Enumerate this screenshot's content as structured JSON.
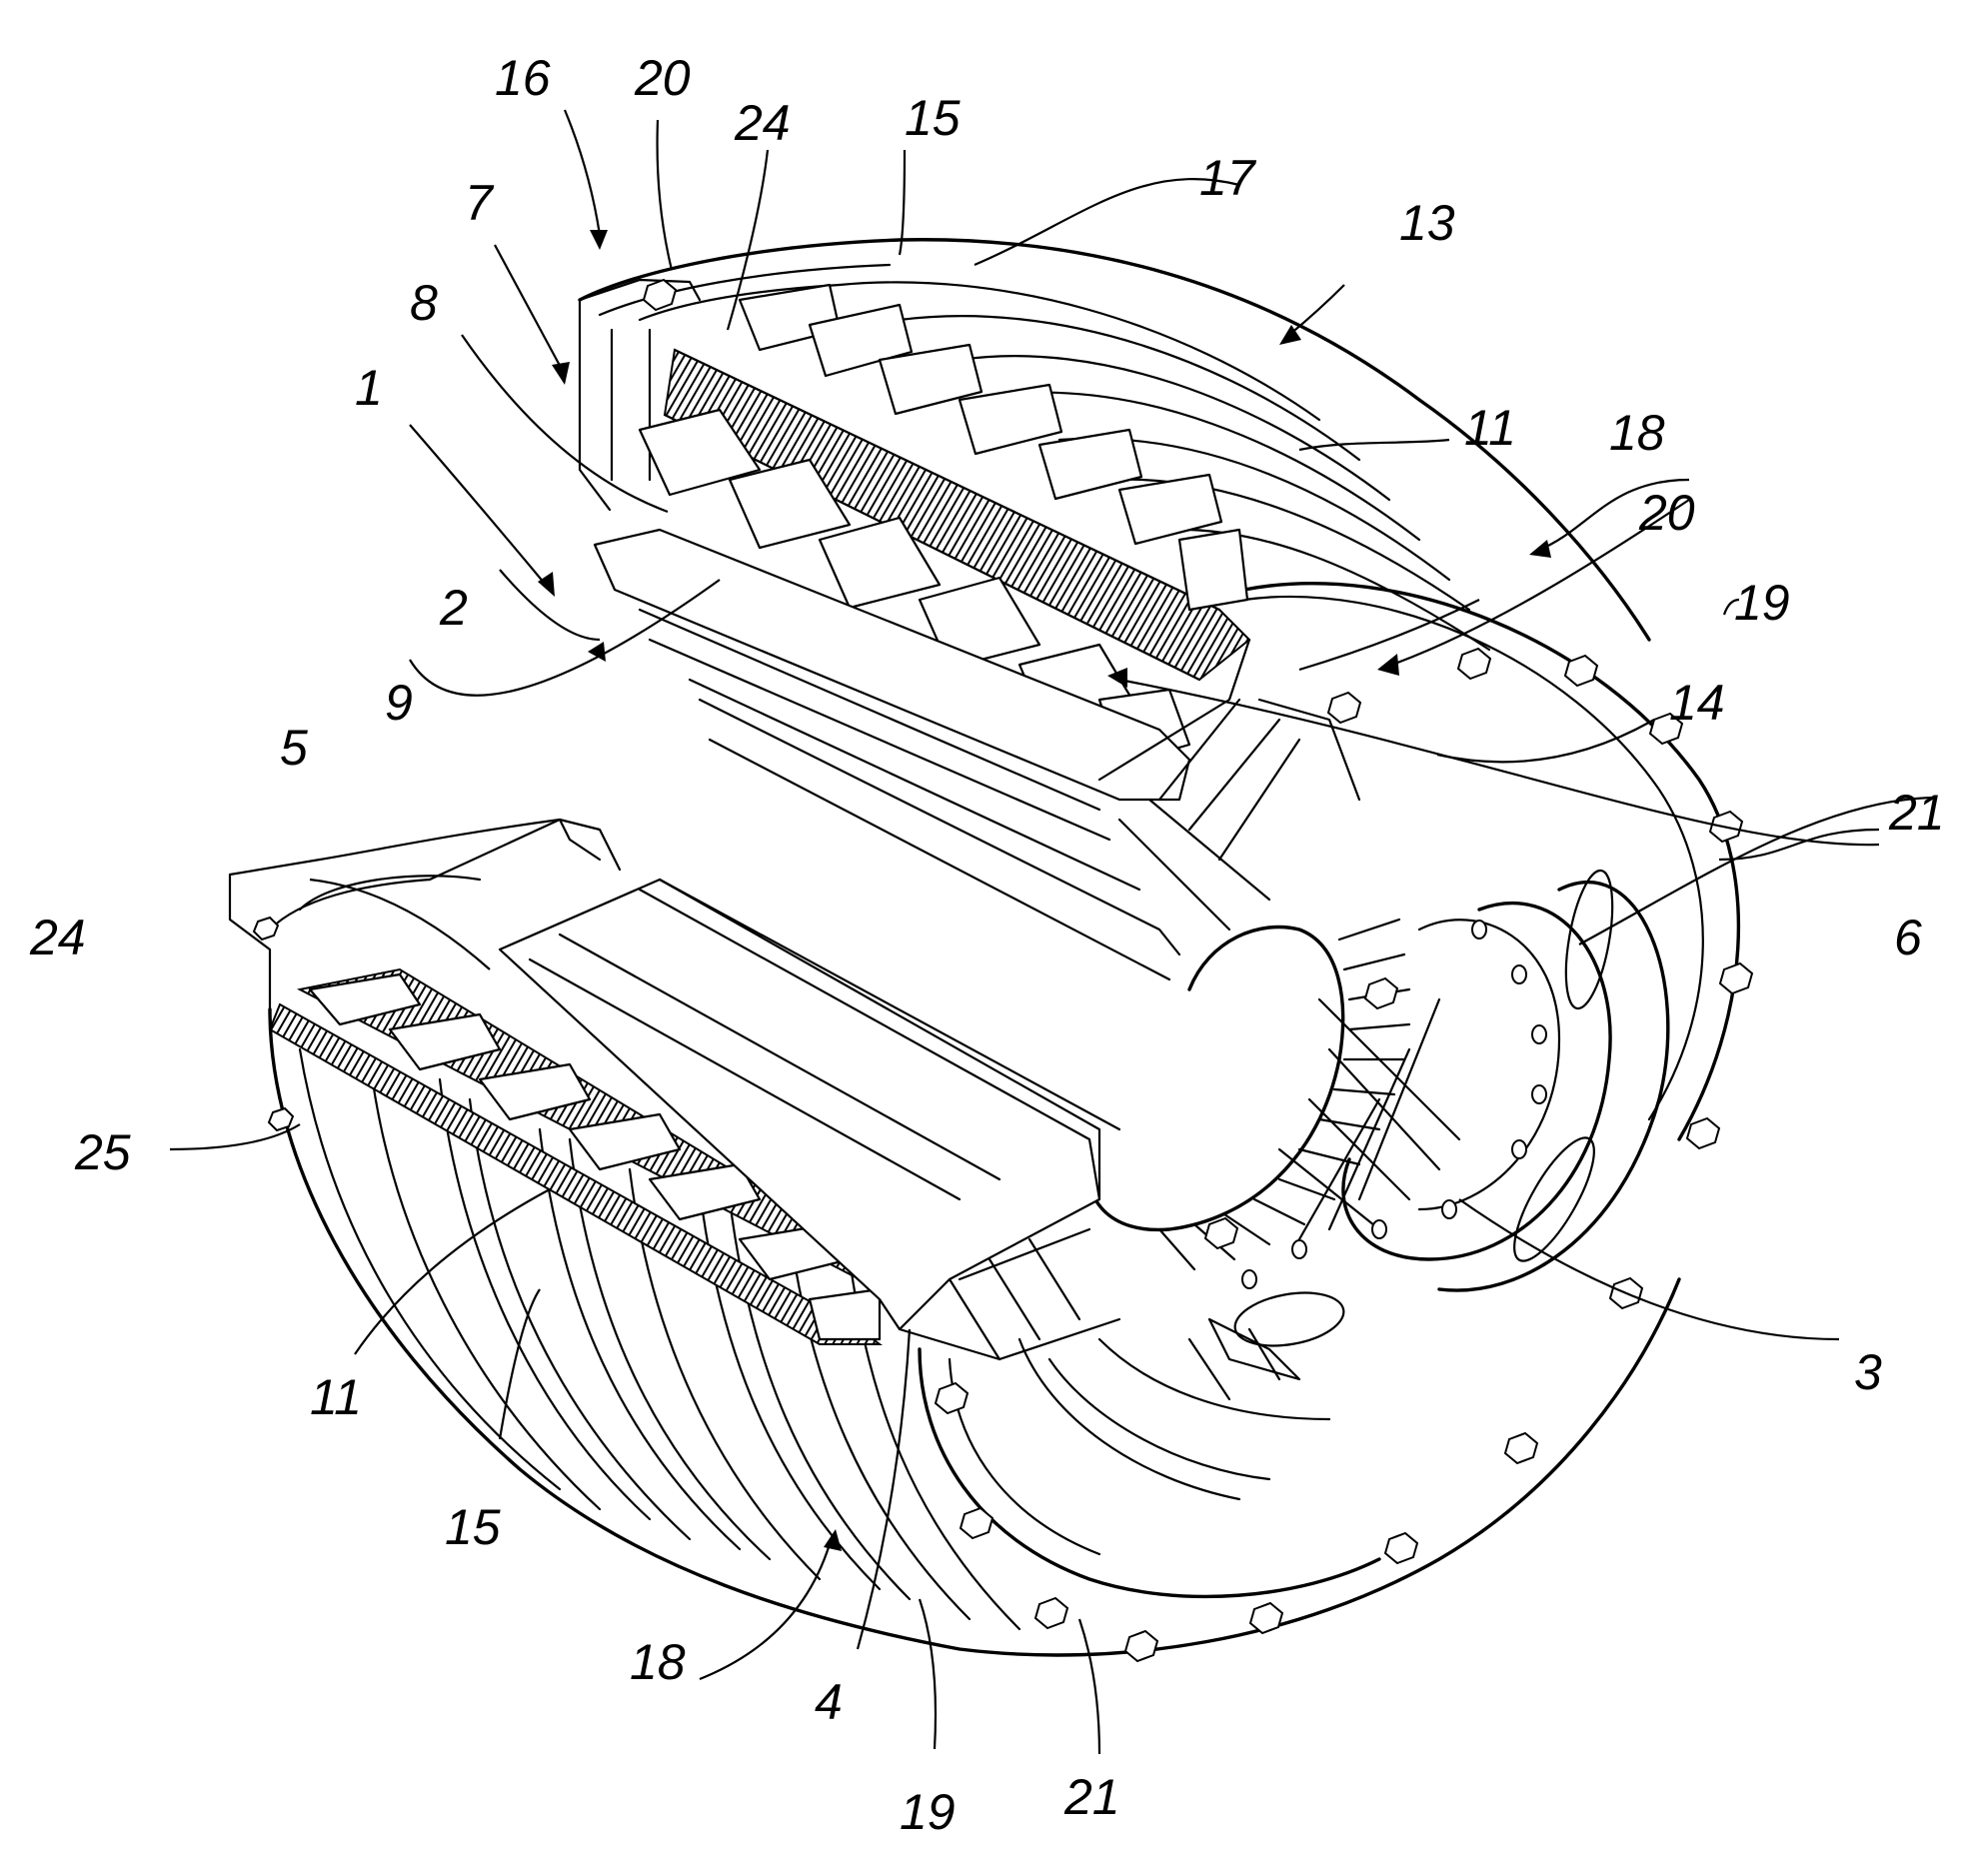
{
  "labels": [
    {
      "id": "16a",
      "text": "16"
    },
    {
      "id": "20a",
      "text": "20"
    },
    {
      "id": "24a",
      "text": "24"
    },
    {
      "id": "15a",
      "text": "15"
    },
    {
      "id": "17a",
      "text": "17"
    },
    {
      "id": "13a",
      "text": "13"
    },
    {
      "id": "7a",
      "text": "7"
    },
    {
      "id": "8a",
      "text": "8"
    },
    {
      "id": "1a",
      "text": "1"
    },
    {
      "id": "11a",
      "text": "11"
    },
    {
      "id": "18a",
      "text": "18"
    },
    {
      "id": "20b",
      "text": "20"
    },
    {
      "id": "19a",
      "text": "19"
    },
    {
      "id": "2a",
      "text": "2"
    },
    {
      "id": "9a",
      "text": "9"
    },
    {
      "id": "14a",
      "text": "14"
    },
    {
      "id": "5a",
      "text": "5"
    },
    {
      "id": "21a",
      "text": "21"
    },
    {
      "id": "24b",
      "text": "24"
    },
    {
      "id": "6a",
      "text": "6"
    },
    {
      "id": "25a",
      "text": "25"
    },
    {
      "id": "3a",
      "text": "3"
    },
    {
      "id": "11b",
      "text": "11"
    },
    {
      "id": "15b",
      "text": "15"
    },
    {
      "id": "18b",
      "text": "18"
    },
    {
      "id": "4a",
      "text": "4"
    },
    {
      "id": "19b",
      "text": "19"
    },
    {
      "id": "21b",
      "text": "21"
    }
  ]
}
